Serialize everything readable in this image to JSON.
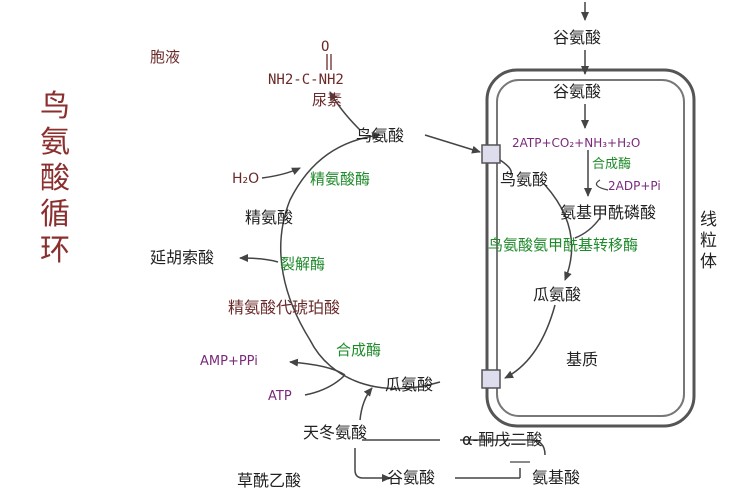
{
  "title": {
    "chars": [
      "鸟",
      "氨",
      "酸",
      "循",
      "环"
    ]
  },
  "labels": {
    "cytosol": "胞液",
    "urea_o": "O",
    "urea_formula": "NH2-C-NH2",
    "urea": "尿素",
    "ornithine_top": "鸟氨酸",
    "arginase": "精氨酸酶",
    "h2o": "H₂O",
    "arginine": "精氨酸",
    "fumarate": "延胡索酸",
    "lyase": "裂解酶",
    "argininosuccinate": "精氨酸代琥珀酸",
    "synthetase": "合成酶",
    "amp_ppi": "AMP+PPi",
    "atp": "ATP",
    "citrulline_out": "瓜氨酸",
    "aspartate": "天冬氨酸",
    "oxaloacetate": "草酰乙酸",
    "glutamate_bottom": "谷氨酸",
    "ketoglutarate": "α-酮戊二酸",
    "amino_acid": "氨基酸",
    "glutamate_outside": "谷氨酸",
    "glutamate_inside": "谷氨酸",
    "reaction_top": "2ATP+CO₂+NH₃+H₂O",
    "cps_enzyme": "合成酶",
    "adp_pi": "2ADP+Pi",
    "carbamoyl_phosphate": "氨基甲酰磷酸",
    "otc_enzyme": "鸟氨酸氨甲酰基转移酶",
    "ornithine_in": "鸟氨酸",
    "citrulline_in": "瓜氨酸",
    "matrix": "基质",
    "mito_chars": [
      "线",
      "粒",
      "体"
    ]
  },
  "colors": {
    "enzyme": "#1e8a2a",
    "title": "#8b2e2e",
    "formula": "#7a2a7a",
    "line": "#444444",
    "membrane": "#555555"
  }
}
